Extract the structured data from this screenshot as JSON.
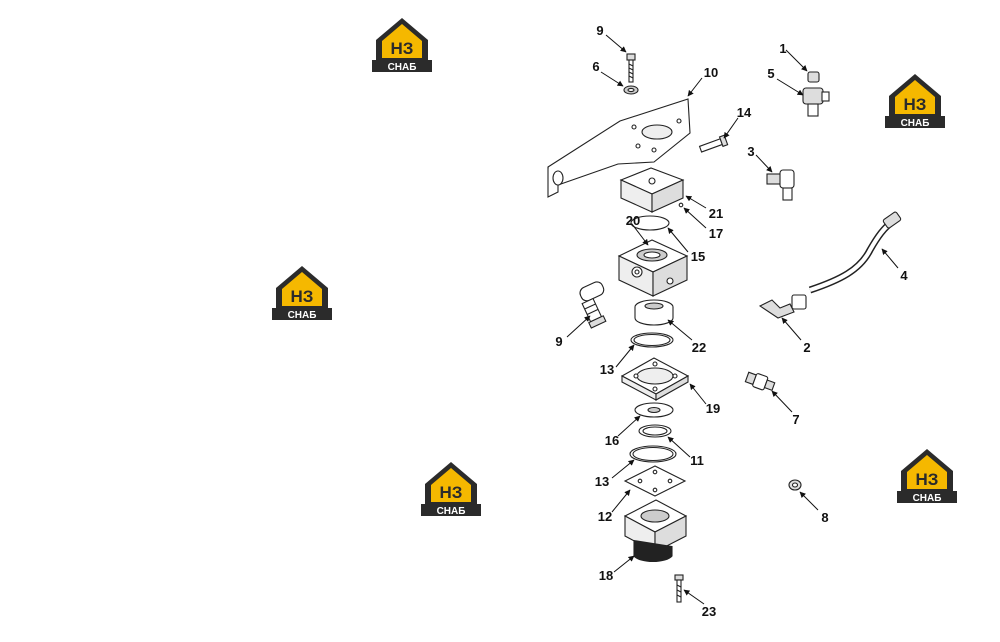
{
  "brand": {
    "logo_top": "НЗ",
    "logo_bottom": "СНАБ",
    "accent": "#f5b800",
    "dark": "#2b2b2b"
  },
  "parts": {
    "p1": "1",
    "p2": "2",
    "p3": "3",
    "p4": "4",
    "p5": "5",
    "p6": "6",
    "p7": "7",
    "p8": "8",
    "p9a": "9",
    "p9b": "9",
    "p10": "10",
    "p11": "11",
    "p12": "12",
    "p13a": "13",
    "p13b": "13",
    "p14": "14",
    "p15": "15",
    "p16": "16",
    "p17": "17",
    "p18": "18",
    "p19": "19",
    "p20": "20",
    "p21": "21",
    "p22": "22",
    "p23": "23"
  }
}
